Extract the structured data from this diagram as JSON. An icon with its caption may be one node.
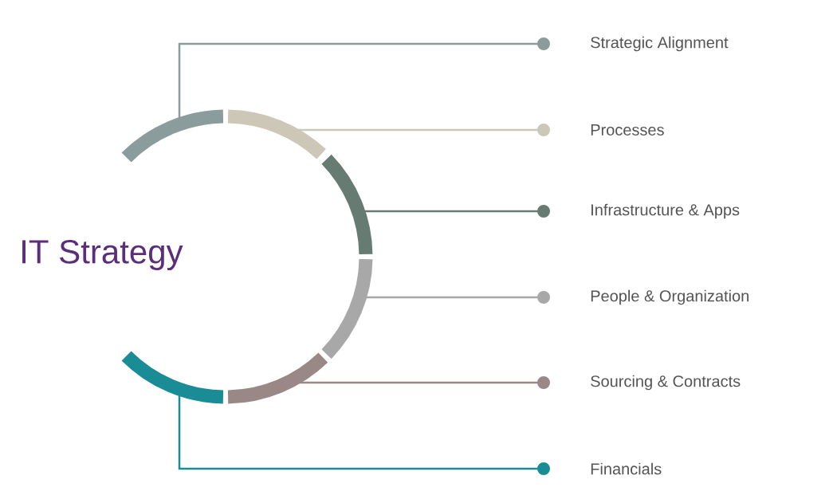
{
  "diagram": {
    "title": "IT Strategy",
    "nodes": [
      {
        "text": [],
        "shape": "arc"
      },
      {
        "text": [],
        "shape": "arc"
      },
      {
        "text": [],
        "shape": "arc"
      },
      {
        "text": [],
        "shape": "arc"
      },
      {
        "text": [],
        "shape": "arc"
      },
      {
        "text": [],
        "shape": "arc"
      },
      {
        "text": [
          "Strategic Alignment"
        ]
      },
      {
        "text": [
          "Processes"
        ]
      },
      {
        "text": [
          "Infrastructure & Apps"
        ]
      },
      {
        "text": [
          "People & Organization"
        ]
      },
      {
        "text": [
          "Sourcing & Contracts"
        ]
      },
      {
        "text": [
          "Financials"
        ]
      }
    ],
    "edges": [
      {
        "from": 0,
        "to": 6,
        "arrow": "other",
        "color": "#8b9c9c"
      },
      {
        "from": 1,
        "to": 7,
        "arrow": "other",
        "color": "#cdc7b8"
      },
      {
        "from": 2,
        "to": 8,
        "arrow": "other",
        "color": "#667b72"
      },
      {
        "from": 3,
        "to": 9,
        "arrow": "other",
        "color": "#a8a8a8"
      },
      {
        "from": 4,
        "to": 10,
        "arrow": "other",
        "color": "#9a8886"
      },
      {
        "from": 5,
        "to": 11,
        "arrow": "other",
        "color": "#1a8c96"
      }
    ]
  }
}
